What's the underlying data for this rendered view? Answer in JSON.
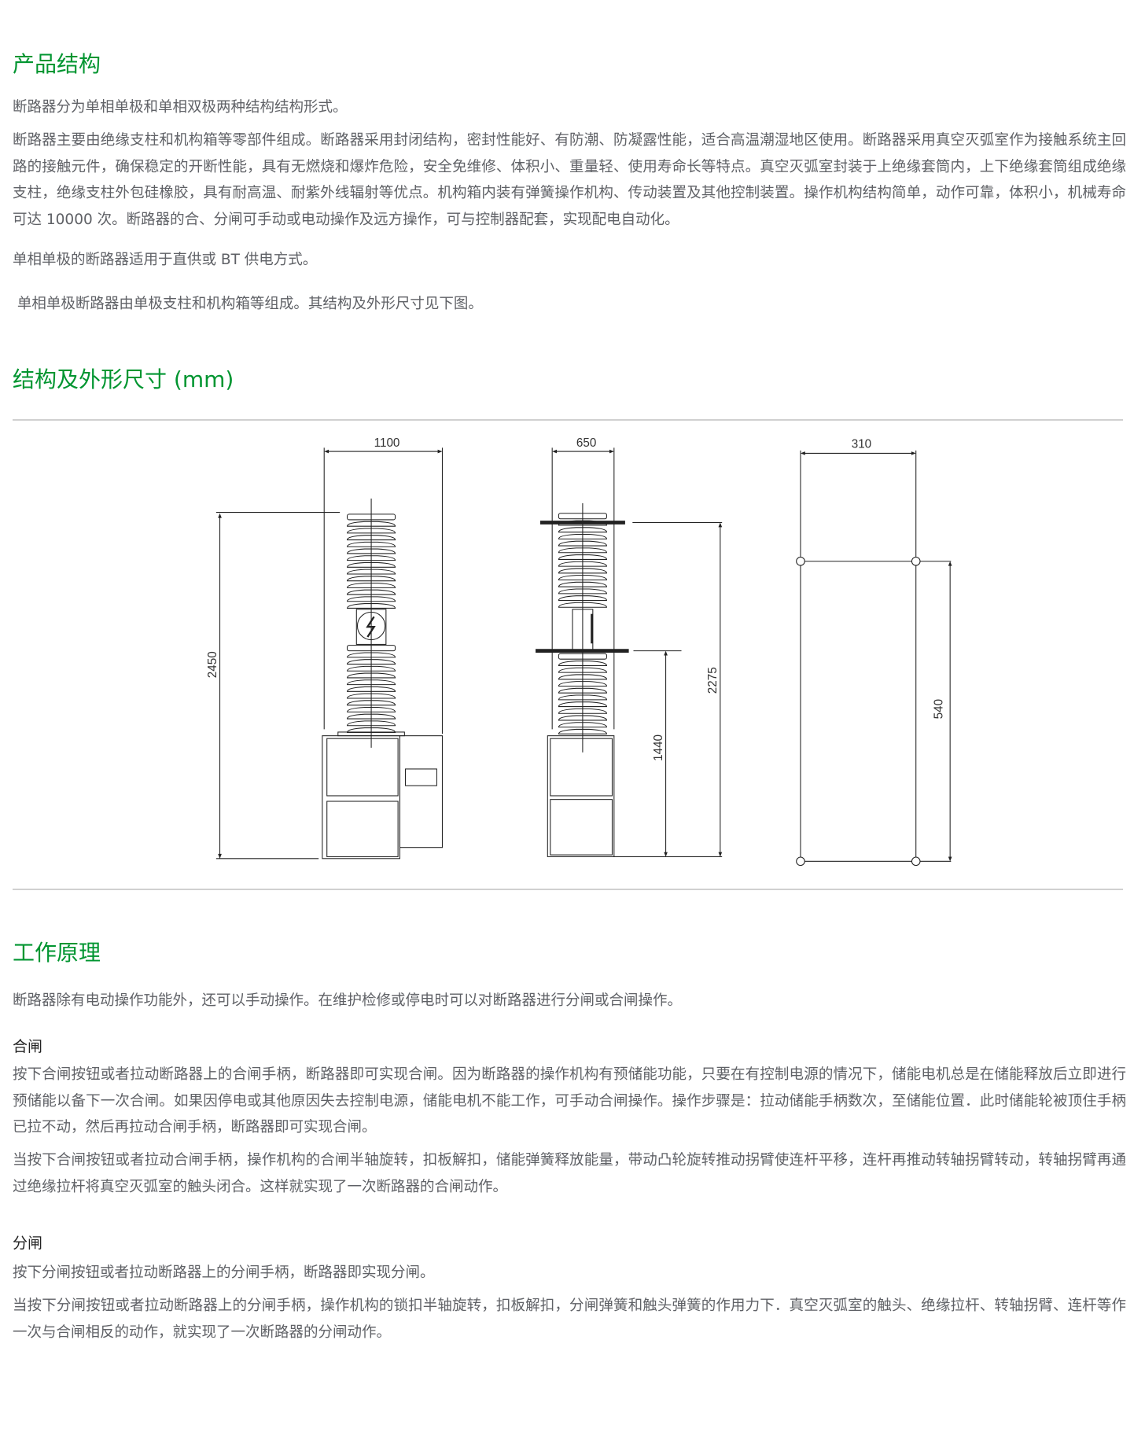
{
  "section1": {
    "title": "产品结构",
    "paragraphs": [
      "断路器分为单相单极和单相双极两种结构结构形式。",
      "断路器主要由绝缘支柱和机构箱等零部件组成。断路器采用封闭结构，密封性能好、有防潮、防凝露性能，适合高温潮湿地区使用。断路器采用真空灭弧室作为接触系统主回路的接触元件，确保稳定的开断性能，具有无燃烧和爆炸危险，安全免维修、体积小、重量轻、使用寿命长等特点。真空灭弧室封装于上绝缘套筒内，上下绝缘套筒组成绝缘支柱，绝缘支柱外包硅橡胶，具有耐高温、耐紫外线辐射等优点。机构箱内装有弹簧操作机构、传动装置及其他控制装置。操作机构结构简单，动作可靠，体积小，机械寿命可达 10000 次。断路器的合、分闸可手动或电动操作及远方操作，可与控制器配套，实现配电自动化。",
      "单相单极的断路器适用于直供或 BT 供电方式。",
      " 单相单极断路器由单极支柱和机构箱等组成。其结构及外形尺寸见下图。"
    ]
  },
  "section2": {
    "title": "结构及外形尺寸 (mm)",
    "dimensions": {
      "front_width": "1100",
      "front_height": "2450",
      "side_width": "650",
      "side_height": "2275",
      "side_lower_height": "1440",
      "mount_width": "310",
      "mount_height": "540"
    }
  },
  "section3": {
    "title": "工作原理",
    "intro": "断路器除有电动操作功能外，还可以手动操作。在维护检修或停电时可以对断路器进行分闸或合闸操作。",
    "close": {
      "title": "合闸",
      "paragraphs": [
        "按下合闸按钮或者拉动断路器上的合闸手柄，断路器即可实现合闸。因为断路器的操作机构有预储能功能，只要在有控制电源的情况下，储能电机总是在储能释放后立即进行预储能以备下一次合闸。如果因停电或其他原因失去控制电源，储能电机不能工作，可手动合闸操作。操作步骤是：拉动储能手柄数次，至储能位置．此时储能轮被顶住手柄已拉不动，然后再拉动合闸手柄，断路器即可实现合闸。",
        "当按下合闸按钮或者拉动合闸手柄，操作机构的合闸半轴旋转，扣板解扣，储能弹簧释放能量，带动凸轮旋转推动拐臂使连杆平移，连杆再推动转轴拐臂转动，转轴拐臂再通过绝缘拉杆将真空灭弧室的触头闭合。这样就实现了一次断路器的合闸动作。"
      ]
    },
    "open": {
      "title": "分闸",
      "paragraphs": [
        "按下分闸按钮或者拉动断路器上的分闸手柄，断路器即实现分闸。",
        "当按下分闸按钮或者拉动断路器上的分闸手柄，操作机构的锁扣半轴旋转，扣板解扣，分闸弹簧和触头弹簧的作用力下．真空灭弧室的触头、绝缘拉杆、转轴拐臂、连杆等作一次与合闸相反的动作，就实现了一次断路器的分闸动作。"
      ]
    }
  },
  "colors": {
    "accent": "#009530",
    "text": "#5f6166",
    "rule": "#d0d0d0"
  }
}
